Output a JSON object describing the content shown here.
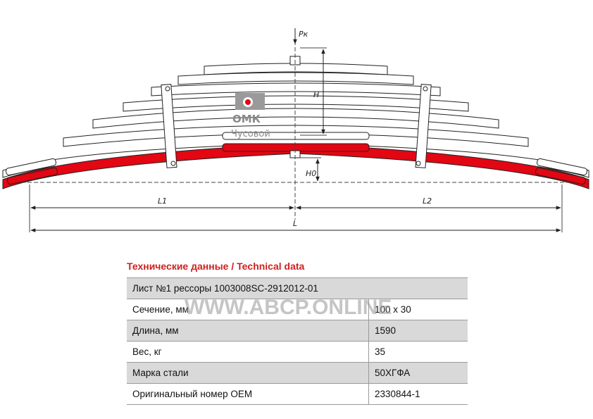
{
  "drawing": {
    "load_label": "Pк",
    "height_label": "H",
    "height0_label": "H0",
    "l1_label": "L1",
    "l2_label": "L2",
    "length_label": "L",
    "accent_color": "#e30613"
  },
  "logo": {
    "name": "ОМК",
    "sub": "Чусовой"
  },
  "section_title": "Технические данные / Technical data",
  "table": {
    "header": "Лист №1 рессоры 1003008SC-2912012-01",
    "rows": [
      {
        "label": "Сечение, мм",
        "value": "100 х 30"
      },
      {
        "label": "Длина, мм",
        "value": "1590"
      },
      {
        "label": "Вес, кг",
        "value": "35"
      },
      {
        "label": "Марка стали",
        "value": "50ХГФА"
      },
      {
        "label": "Оригинальный номер OEM",
        "value": "2330844-1"
      }
    ]
  },
  "watermark": "WWW.ABCP.ONLINE"
}
